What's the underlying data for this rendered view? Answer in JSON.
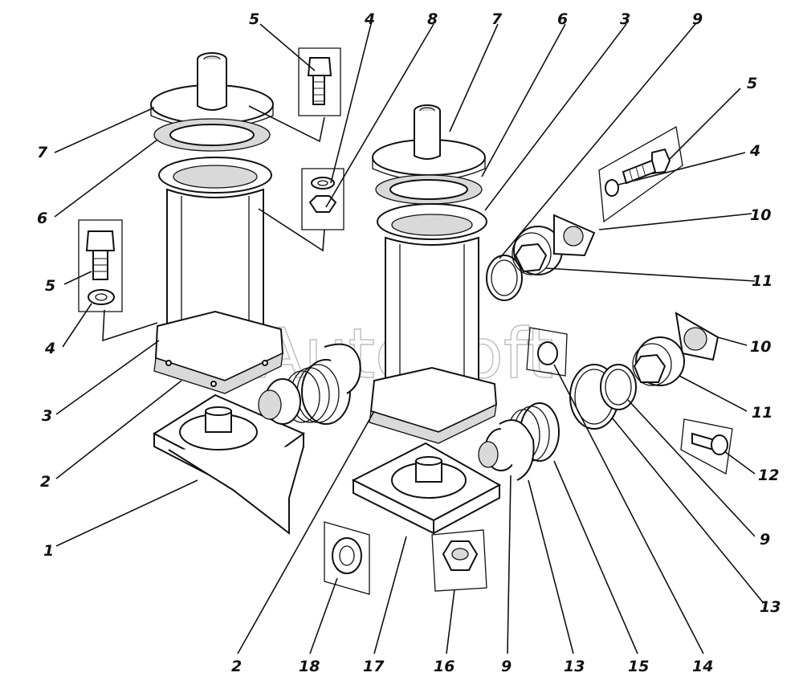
{
  "watermark": "AutoSoft",
  "callouts": [
    {
      "id": "c1",
      "text": "5"
    },
    {
      "id": "c2",
      "text": "4"
    },
    {
      "id": "c3",
      "text": "8"
    },
    {
      "id": "c4",
      "text": "7"
    },
    {
      "id": "c5",
      "text": "6"
    },
    {
      "id": "c6",
      "text": "3"
    },
    {
      "id": "c7",
      "text": "9"
    },
    {
      "id": "c8",
      "text": "7"
    },
    {
      "id": "c9",
      "text": "6"
    },
    {
      "id": "c10",
      "text": "5"
    },
    {
      "id": "c11",
      "text": "4"
    },
    {
      "id": "c12",
      "text": "3"
    },
    {
      "id": "c13",
      "text": "2"
    },
    {
      "id": "c14",
      "text": "1"
    },
    {
      "id": "c15",
      "text": "5"
    },
    {
      "id": "c16",
      "text": "4"
    },
    {
      "id": "c17",
      "text": "10"
    },
    {
      "id": "c18",
      "text": "11"
    },
    {
      "id": "c19",
      "text": "10"
    },
    {
      "id": "c20",
      "text": "11"
    },
    {
      "id": "c21",
      "text": "12"
    },
    {
      "id": "c22",
      "text": "9"
    },
    {
      "id": "c23",
      "text": "13"
    },
    {
      "id": "c24",
      "text": "2"
    },
    {
      "id": "c25",
      "text": "18"
    },
    {
      "id": "c26",
      "text": "17"
    },
    {
      "id": "c27",
      "text": "16"
    },
    {
      "id": "c28",
      "text": "9"
    },
    {
      "id": "c29",
      "text": "13"
    },
    {
      "id": "c30",
      "text": "15"
    },
    {
      "id": "c31",
      "text": "14"
    }
  ]
}
